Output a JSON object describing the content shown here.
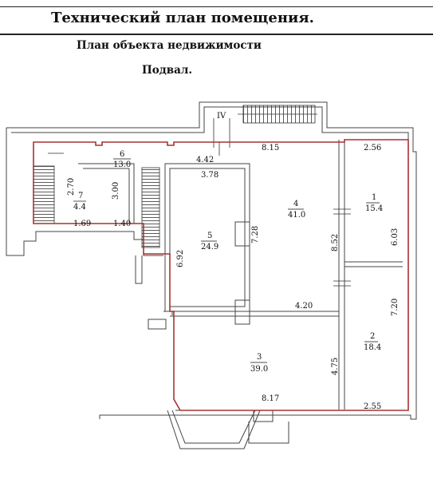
{
  "header": {
    "title": "Технический план помещения.",
    "subtitle": "План объекта недвижимости",
    "floor": "Подвал."
  },
  "plan": {
    "stair_label": "IV",
    "rooms": [
      {
        "id": "1",
        "number": "1",
        "area": "15.4"
      },
      {
        "id": "2",
        "number": "2",
        "area": "18.4"
      },
      {
        "id": "3",
        "number": "3",
        "area": "39.0"
      },
      {
        "id": "4",
        "number": "4",
        "area": "41.0"
      },
      {
        "id": "5",
        "number": "5",
        "area": "24.9"
      },
      {
        "id": "6",
        "number": "6",
        "area": "13.0"
      },
      {
        "id": "7",
        "number": "7",
        "area": "4.4"
      }
    ],
    "dimensions": {
      "d_815": "8.15",
      "d_256": "2.56",
      "d_442": "4.42",
      "d_378": "3.78",
      "d_270": "2.70",
      "d_300": "3.00",
      "d_169": "1.69",
      "d_140": "1.40",
      "d_728": "7.28",
      "d_692": "6.92",
      "d_852": "8.52",
      "d_603": "6.03",
      "d_420": "4.20",
      "d_720": "7.20",
      "d_475": "4.75",
      "d_817": "8.17",
      "d_255": "2.55"
    }
  },
  "colors": {
    "wall": "#444444",
    "boundary": "#a83232",
    "text": "#111111"
  }
}
